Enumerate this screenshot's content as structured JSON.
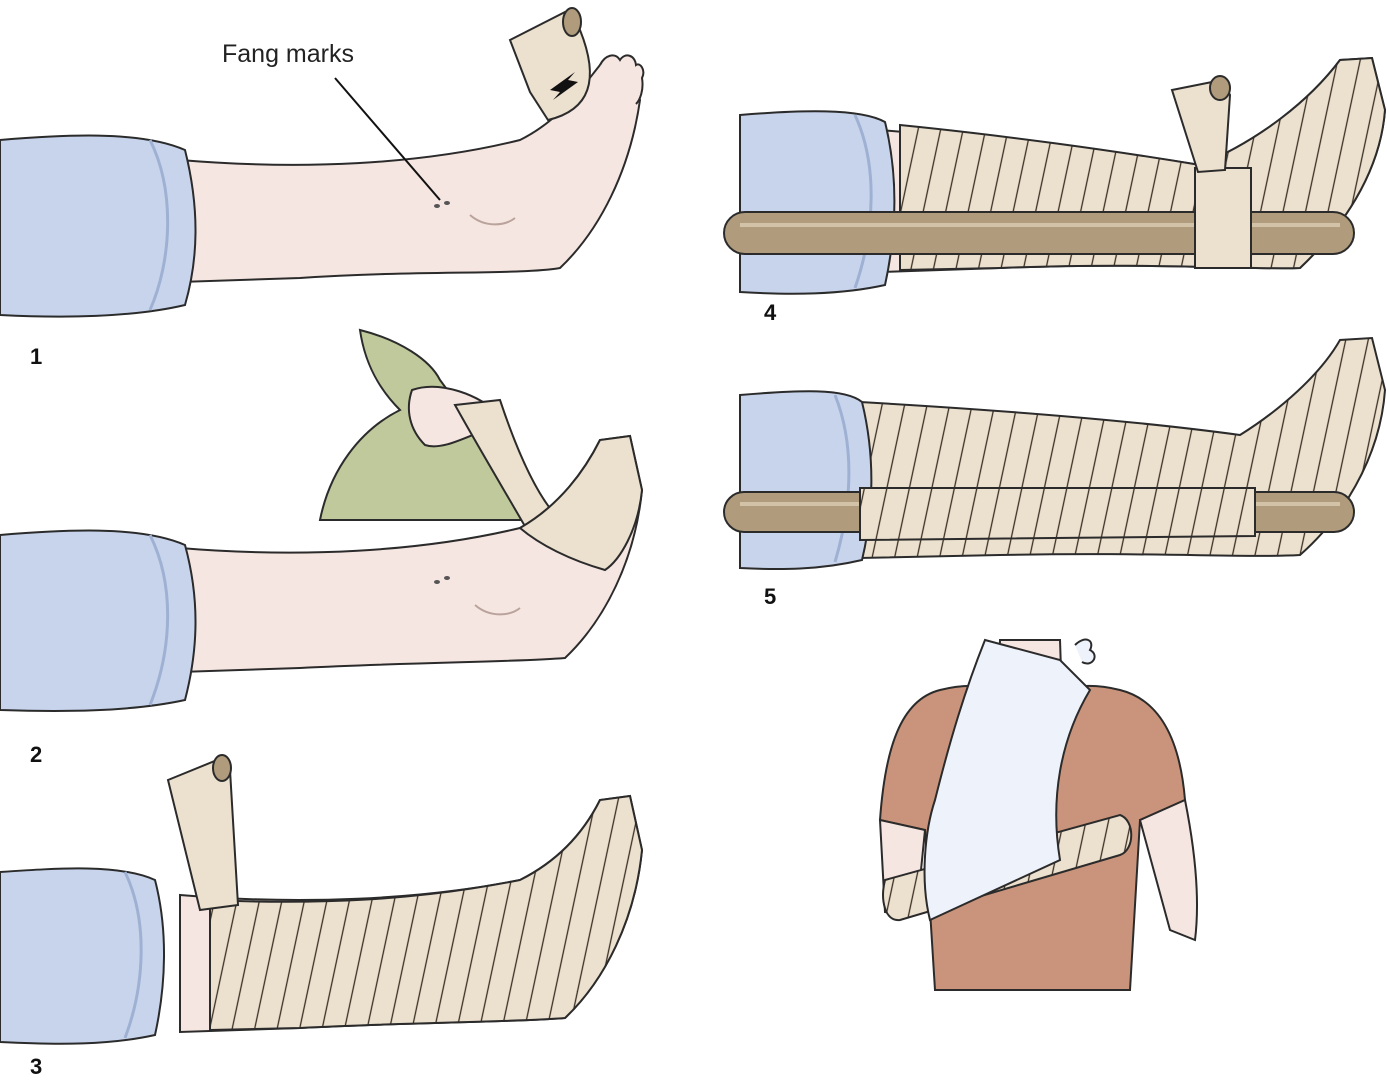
{
  "callout": {
    "label": "Fang marks"
  },
  "steps": [
    {
      "number": "1"
    },
    {
      "number": "2"
    },
    {
      "number": "3"
    },
    {
      "number": "4"
    },
    {
      "number": "5"
    }
  ],
  "colors": {
    "skin": "#f6e6e1",
    "skin_shadow": "#e5cec7",
    "jeans": "#c7d4ec",
    "jeans_fold": "#9fb1d3",
    "bandage": "#ece0cf",
    "bandage_line": "#3b3025",
    "splint": "#b09c7c",
    "sleeve_green": "#c0c99c",
    "shirt": "#c9947b",
    "sling": "#eef2fb",
    "outline": "#2b2b2b"
  },
  "icons": [
    "bandage-roll-icon",
    "arrow-icon",
    "splint-icon",
    "sling-icon"
  ]
}
